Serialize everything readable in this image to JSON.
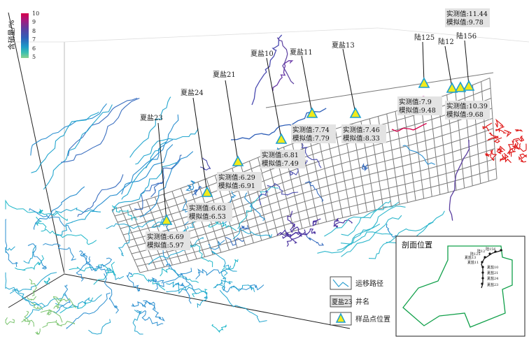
{
  "colorbar": {
    "title": "含硝量/%",
    "ticks": [
      "10",
      "9",
      "8",
      "7",
      "6",
      "5"
    ],
    "colors": [
      "#d6004a",
      "#a8197c",
      "#5b3fa0",
      "#2f5fb8",
      "#1f9bc8",
      "#3cc0b0",
      "#8ad18f"
    ]
  },
  "wells": [
    {
      "name": "夏盐23",
      "measured": "实测值:6.69",
      "simulated": "模拟值:5.97"
    },
    {
      "name": "夏盐24",
      "measured": "实测值:6.63",
      "simulated": "模拟值:6.53"
    },
    {
      "name": "夏盐21",
      "measured": "实测值:6.29",
      "simulated": "模拟值:6.91"
    },
    {
      "name": "夏盐10",
      "measured": "实测值:6.81",
      "simulated": "模拟值:7.49"
    },
    {
      "name": "夏盐11",
      "measured": "实测值:7.74",
      "simulated": "模拟值:7.79"
    },
    {
      "name": "夏盐13",
      "measured": "实测值:7.46",
      "simulated": "模拟值:8.33"
    },
    {
      "name": "陆125",
      "measured": "实测值:7.9",
      "simulated": "模拟值:9.48"
    },
    {
      "name": "陆12",
      "measured": "实测值:10.39",
      "simulated": "模拟值:9.68"
    },
    {
      "name": "陆156",
      "measured": "实测值:11.44",
      "simulated": "模拟值:9.78"
    }
  ],
  "legend": {
    "path_label": "运移路径",
    "well_label": "井名",
    "well_sample": "夏盐23",
    "sample_label": "样品点位置"
  },
  "inset": {
    "title": "剖面位置",
    "well_names": [
      "陆156",
      "陆12",
      "陆125",
      "夏盐13",
      "夏盐11",
      "夏盐10",
      "夏盐21",
      "夏盐24",
      "夏盐23"
    ]
  },
  "colors": {
    "grid": "#7a7a7a",
    "marker_fill": "#f2ea1a",
    "marker_stroke": "#1e9fcf",
    "label_box": "#e3e3e3",
    "inset_border": "#11a04a"
  }
}
